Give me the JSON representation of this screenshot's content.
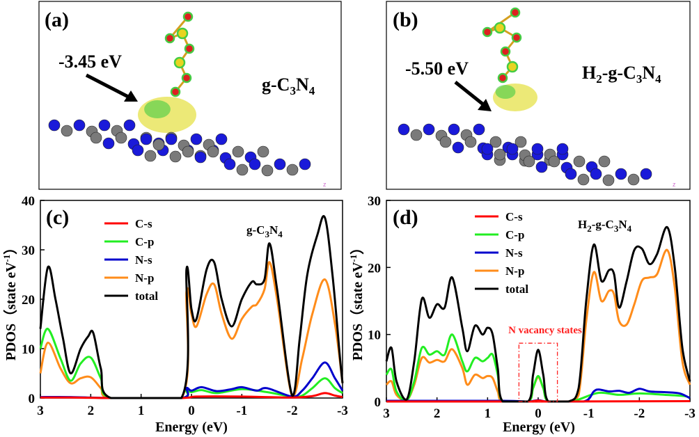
{
  "panels": {
    "a": {
      "label": "(a)",
      "energy_label": "-3.45 eV",
      "formula_base": "g-C",
      "formula_sub1": "3",
      "formula_mid": "N",
      "formula_sub2": "4",
      "axis_mark": "z"
    },
    "b": {
      "label": "(b)",
      "energy_label": "-5.50 eV",
      "formula_pre": "H",
      "formula_pre_sub": "2",
      "formula_base": "-g-C",
      "formula_sub1": "3",
      "formula_mid": "N",
      "formula_sub2": "4",
      "axis_mark": "z"
    }
  },
  "colors": {
    "C-s": "#ff0000",
    "C-p": "#22ee22",
    "N-s": "#0000cc",
    "N-p": "#ff8c1a",
    "total": "#000000",
    "nitrogen_atom": "#1a1ad9",
    "carbon_atom": "#7a7a7a",
    "isosurface_yellow": "#e6e24a",
    "isosurface_green": "#44cc44",
    "sulfur_atom": "#e8d320",
    "oxygen_atom": "#dd2020"
  },
  "chart_data": [
    {
      "type": "line",
      "panel": "(c)",
      "title": "g-C3N4",
      "title_parts": {
        "base": "g-C",
        "sub1": "3",
        "mid": "N",
        "sub2": "4"
      },
      "xlabel": "Energy (eV)",
      "ylabel": "PDOS（state eV",
      "ylabel_sup": "-1",
      "ylabel_close": "）",
      "xlim": [
        3,
        -3
      ],
      "ylim": [
        0,
        40
      ],
      "xticks": [
        3,
        2,
        1,
        0,
        -1,
        -2,
        -3
      ],
      "xtick_labels": [
        "3",
        "2",
        "1",
        "0",
        "-1",
        "-2",
        "-3"
      ],
      "yticks": [
        0,
        10,
        20,
        30,
        40
      ],
      "ytick_labels": [
        "0",
        "10",
        "20",
        "30",
        "40"
      ],
      "legend_position": "top-left",
      "series": [
        {
          "name": "C-s",
          "x": [
            3.0,
            2.4,
            1.6,
            0.2,
            -0.1,
            -1.0,
            -2.0,
            -2.4,
            -2.65,
            -2.85,
            -3.0
          ],
          "y": [
            0.1,
            0.1,
            0.0,
            0.0,
            0.3,
            0.3,
            0.1,
            0.4,
            1.0,
            0.5,
            0.2
          ]
        },
        {
          "name": "C-p",
          "x": [
            3.0,
            2.85,
            2.6,
            2.4,
            2.2,
            2.0,
            1.8,
            1.6,
            0.2,
            0.1,
            0.0,
            -0.2,
            -0.5,
            -1.0,
            -1.5,
            -2.0,
            -2.2,
            -2.4,
            -2.65,
            -2.85,
            -3.0
          ],
          "y": [
            10.0,
            14.0,
            8.0,
            3.5,
            7.0,
            8.2,
            4.0,
            0.0,
            0.0,
            1.5,
            1.2,
            1.6,
            1.0,
            1.8,
            1.2,
            0.3,
            0.5,
            2.0,
            4.0,
            2.0,
            1.0
          ]
        },
        {
          "name": "N-s",
          "x": [
            3.0,
            2.4,
            1.6,
            0.2,
            0.1,
            0.0,
            -0.2,
            -0.5,
            -0.8,
            -1.0,
            -1.3,
            -1.5,
            -2.0,
            -2.2,
            -2.4,
            -2.65,
            -2.85,
            -3.0
          ],
          "y": [
            0.2,
            0.2,
            0.0,
            0.0,
            2.0,
            1.5,
            2.2,
            1.4,
            1.8,
            2.2,
            1.5,
            2.0,
            0.3,
            1.5,
            4.0,
            7.2,
            4.0,
            1.5
          ]
        },
        {
          "name": "N-p",
          "x": [
            3.0,
            2.85,
            2.6,
            2.4,
            2.2,
            2.0,
            1.8,
            1.6,
            0.2,
            0.1,
            0.0,
            -0.1,
            -0.3,
            -0.45,
            -0.6,
            -0.8,
            -1.0,
            -1.2,
            -1.3,
            -1.45,
            -1.55,
            -1.7,
            -2.0,
            -2.2,
            -2.4,
            -2.65,
            -2.85,
            -3.0
          ],
          "y": [
            5.0,
            11.2,
            6.0,
            3.0,
            4.0,
            4.2,
            2.0,
            0.0,
            0.0,
            21.5,
            17.0,
            14.5,
            21.0,
            23.0,
            17.0,
            12.0,
            16.0,
            18.5,
            19.0,
            22.0,
            27.5,
            20.0,
            0.3,
            8.0,
            17.0,
            24.0,
            15.0,
            3.0
          ]
        },
        {
          "name": "total",
          "x": [
            3.0,
            2.85,
            2.7,
            2.55,
            2.4,
            2.2,
            2.05,
            1.95,
            1.8,
            1.6,
            0.2,
            0.1,
            0.0,
            -0.1,
            -0.3,
            -0.45,
            -0.6,
            -0.8,
            -1.0,
            -1.2,
            -1.3,
            -1.45,
            -1.55,
            -1.7,
            -2.0,
            -2.15,
            -2.3,
            -2.5,
            -2.65,
            -2.8,
            -2.95,
            -3.0
          ],
          "y": [
            14.0,
            26.5,
            20.0,
            12.0,
            5.0,
            10.0,
            12.5,
            13.2,
            6.0,
            0.0,
            0.0,
            26.0,
            18.0,
            16.0,
            26.0,
            27.5,
            20.0,
            14.5,
            20.0,
            23.5,
            23.0,
            24.0,
            31.3,
            22.0,
            0.5,
            12.0,
            25.0,
            33.0,
            36.5,
            25.0,
            8.0,
            3.0
          ]
        }
      ]
    },
    {
      "type": "line",
      "panel": "(d)",
      "title": "H2-g-C3N4",
      "title_parts": {
        "pre": "H",
        "pre_sub": "2",
        "base": "-g-C",
        "sub1": "3",
        "mid": "N",
        "sub2": "4"
      },
      "xlabel": "Energy (eV)",
      "ylabel": "PDOS（state eV",
      "ylabel_sup": "-1",
      "ylabel_close": "）",
      "xlim": [
        3,
        -3
      ],
      "ylim": [
        0,
        30
      ],
      "xticks": [
        3,
        2,
        1,
        0,
        -1,
        -2,
        -3
      ],
      "xtick_labels": [
        "3",
        "2",
        "1",
        "0",
        "-1",
        "-2",
        "-3"
      ],
      "yticks": [
        0,
        10,
        20,
        30
      ],
      "ytick_labels": [
        "0",
        "10",
        "20",
        "30"
      ],
      "legend_position": "top-left",
      "annotation": {
        "text": "N vacancy states",
        "x_range": [
          0.38,
          -0.38
        ],
        "y_range": [
          0,
          8.7
        ]
      },
      "series": [
        {
          "name": "C-s",
          "x": [
            3.0,
            0.2,
            0.1,
            0.0,
            -0.1,
            -0.2,
            -3.0
          ],
          "y": [
            0.0,
            0.0,
            0.05,
            0.15,
            0.05,
            0.0,
            0.05
          ]
        },
        {
          "name": "C-p",
          "x": [
            3.0,
            2.9,
            2.8,
            2.6,
            2.45,
            2.3,
            2.15,
            2.0,
            1.85,
            1.7,
            1.5,
            1.4,
            1.25,
            1.1,
            1.0,
            0.9,
            0.8,
            0.7,
            0.2,
            0.1,
            0.0,
            -0.1,
            -0.2,
            -0.6,
            -0.8,
            -1.2,
            -1.6,
            -2.0,
            -2.5,
            -2.9,
            -3.0
          ],
          "y": [
            4.0,
            4.8,
            1.5,
            0.2,
            3.0,
            8.0,
            7.0,
            7.5,
            7.0,
            10.0,
            6.0,
            4.5,
            6.5,
            6.0,
            6.5,
            7.0,
            4.0,
            0.0,
            0.0,
            2.0,
            3.8,
            2.0,
            0.0,
            0.0,
            0.3,
            1.3,
            1.0,
            1.2,
            1.0,
            0.8,
            0.5
          ]
        },
        {
          "name": "N-s",
          "x": [
            3.0,
            2.5,
            0.7,
            0.2,
            0.0,
            -0.2,
            -0.9,
            -1.1,
            -1.2,
            -1.4,
            -1.6,
            -1.8,
            -2.0,
            -2.2,
            -2.5,
            -2.8,
            -3.0
          ],
          "y": [
            0.1,
            0.1,
            0.1,
            0.0,
            0.2,
            0.0,
            0.0,
            1.5,
            1.8,
            1.5,
            1.6,
            1.3,
            1.9,
            1.5,
            1.4,
            1.2,
            0.5
          ]
        },
        {
          "name": "N-p",
          "x": [
            3.0,
            2.9,
            2.8,
            2.6,
            2.45,
            2.3,
            2.15,
            2.0,
            1.85,
            1.7,
            1.5,
            1.4,
            1.25,
            1.1,
            1.0,
            0.9,
            0.8,
            0.7,
            0.2,
            0.1,
            0.0,
            -0.1,
            -0.2,
            -0.6,
            -0.8,
            -0.95,
            -1.1,
            -1.25,
            -1.4,
            -1.5,
            -1.6,
            -1.75,
            -1.9,
            -2.05,
            -2.2,
            -2.35,
            -2.55,
            -2.7,
            -2.85,
            -3.0
          ],
          "y": [
            2.5,
            3.0,
            1.0,
            0.2,
            2.5,
            6.5,
            5.8,
            6.2,
            6.0,
            7.8,
            5.0,
            2.5,
            4.0,
            3.5,
            3.8,
            3.5,
            1.5,
            0.0,
            0.0,
            2.0,
            3.6,
            2.0,
            0.0,
            0.0,
            1.0,
            12.0,
            19.3,
            15.0,
            16.5,
            16.0,
            12.0,
            11.5,
            14.5,
            18.0,
            18.5,
            19.0,
            22.6,
            17.0,
            6.0,
            2.5
          ]
        },
        {
          "name": "total",
          "x": [
            3.0,
            2.9,
            2.8,
            2.6,
            2.45,
            2.3,
            2.15,
            2.0,
            1.85,
            1.7,
            1.5,
            1.4,
            1.25,
            1.1,
            1.0,
            0.9,
            0.8,
            0.7,
            0.2,
            0.1,
            0.0,
            -0.1,
            -0.2,
            -0.6,
            -0.8,
            -0.95,
            -1.1,
            -1.25,
            -1.4,
            -1.5,
            -1.6,
            -1.75,
            -1.9,
            -2.05,
            -2.2,
            -2.35,
            -2.55,
            -2.7,
            -2.85,
            -3.0
          ],
          "y": [
            6.0,
            8.0,
            3.0,
            0.3,
            6.0,
            15.3,
            12.5,
            14.5,
            14.0,
            18.5,
            11.0,
            7.5,
            11.3,
            10.0,
            11.0,
            10.0,
            5.0,
            0.0,
            0.0,
            4.0,
            7.7,
            4.0,
            0.0,
            0.0,
            2.0,
            15.0,
            23.4,
            18.0,
            19.6,
            19.0,
            14.0,
            18.0,
            22.6,
            22.8,
            20.5,
            22.0,
            26.0,
            20.0,
            8.0,
            3.0
          ]
        }
      ]
    }
  ]
}
